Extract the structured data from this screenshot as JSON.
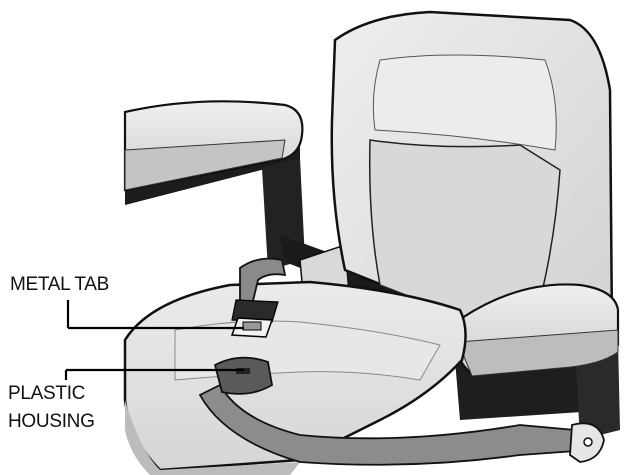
{
  "labels": {
    "metal_tab": "METAL TAB",
    "plastic_housing_line1": "PLASTIC",
    "plastic_housing_line2": "HOUSING"
  },
  "colors": {
    "seat_light": "#e4e4e4",
    "seat_mid": "#cfcfcf",
    "frame_dark": "#1c1c1c",
    "belt": "#8a8a8a",
    "housing": "#5a5a5a"
  }
}
